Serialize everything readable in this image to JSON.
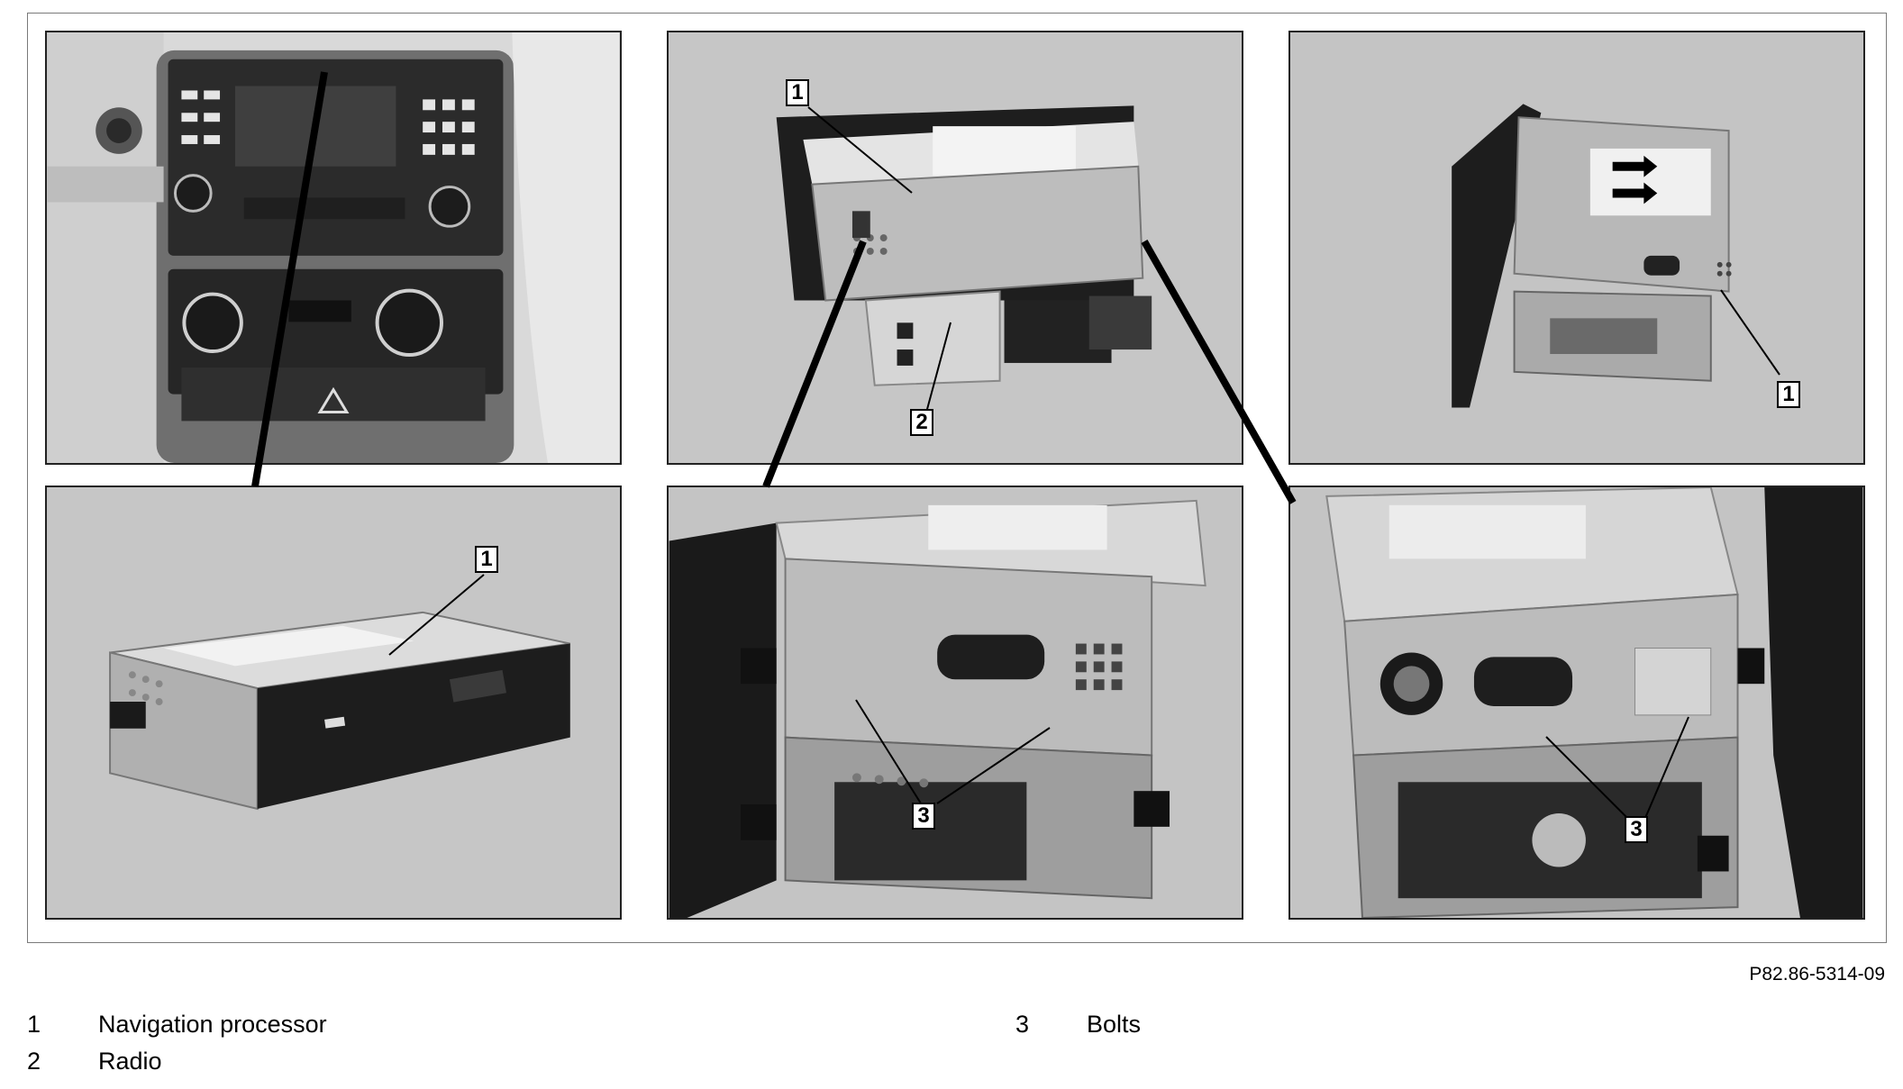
{
  "figure": {
    "reference_code": "P82.86-5314-09",
    "callout_1": "1",
    "callout_2": "2",
    "callout_3": "3"
  },
  "legend": [
    {
      "number": "1",
      "label": "Navigation processor"
    },
    {
      "number": "2",
      "label": "Radio"
    },
    {
      "number": "3",
      "label": "Bolts"
    }
  ]
}
